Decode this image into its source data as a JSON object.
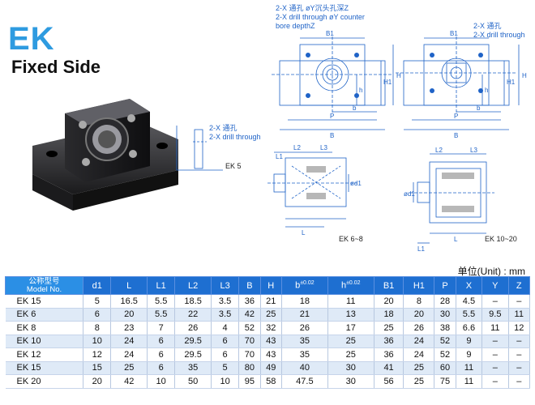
{
  "header": {
    "brand": "EK",
    "subtitle": "Fixed Side"
  },
  "drawings": {
    "front_note_cn": "2-X 通孔 øY沉头孔深Z",
    "front_note_en1": "2-X drill through øY counter",
    "front_note_en2": "bore depthZ",
    "side_note_cn": "2-X 通孔",
    "side_note_en": "2-X drill through",
    "ek5_note_cn": "2-X 通孔",
    "ek5_note_en": "2-X drill through",
    "ek5_label": "EK 5",
    "ek68_label": "EK 6~8",
    "ek1020_label": "EK 10~20",
    "dim_B1": "B1",
    "dim_B1b": "B1",
    "dim_H": "H",
    "dim_H1": "H1",
    "dim_h": "h",
    "dim_Hb": "H",
    "dim_H1b": "H1",
    "dim_hb": "h",
    "dim_b": "b",
    "dim_P": "P",
    "dim_B": "B",
    "dim_bb": "b",
    "dim_Pb": "P",
    "dim_Bb": "B",
    "dim_L2": "L2",
    "dim_L3": "L3",
    "dim_L1": "L1",
    "dim_L": "L",
    "dim_d1": "ød1",
    "dim_L2b": "L2",
    "dim_L3b": "L3",
    "dim_L1b": "L1",
    "dim_Lb": "L",
    "dim_d1b": "ød1"
  },
  "table": {
    "unit_label": "单位(Unit) : mm",
    "model_header_cn": "公称型号",
    "model_header_en": "Model No.",
    "columns": [
      "d1",
      "L",
      "L1",
      "L2",
      "L3",
      "B",
      "H",
      "b",
      "h",
      "B1",
      "H1",
      "P",
      "X",
      "Y",
      "Z"
    ],
    "b_tol": "±0.02",
    "h_tol": "±0.02",
    "rows": [
      {
        "model": "EK 15",
        "values": [
          "5",
          "16.5",
          "5.5",
          "18.5",
          "3.5",
          "36",
          "21",
          "18",
          "11",
          "20",
          "8",
          "28",
          "4.5",
          "–",
          "–"
        ]
      },
      {
        "model": "EK 6",
        "values": [
          "6",
          "20",
          "5.5",
          "22",
          "3.5",
          "42",
          "25",
          "21",
          "13",
          "18",
          "20",
          "30",
          "5.5",
          "9.5",
          "11"
        ]
      },
      {
        "model": "EK 8",
        "values": [
          "8",
          "23",
          "7",
          "26",
          "4",
          "52",
          "32",
          "26",
          "17",
          "25",
          "26",
          "38",
          "6.6",
          "11",
          "12"
        ]
      },
      {
        "model": "EK 10",
        "values": [
          "10",
          "24",
          "6",
          "29.5",
          "6",
          "70",
          "43",
          "35",
          "25",
          "36",
          "24",
          "52",
          "9",
          "–",
          "–"
        ]
      },
      {
        "model": "EK 12",
        "values": [
          "12",
          "24",
          "6",
          "29.5",
          "6",
          "70",
          "43",
          "35",
          "25",
          "36",
          "24",
          "52",
          "9",
          "–",
          "–"
        ]
      },
      {
        "model": "EK 15",
        "values": [
          "15",
          "25",
          "6",
          "35",
          "5",
          "80",
          "49",
          "40",
          "30",
          "41",
          "25",
          "60",
          "11",
          "–",
          "–"
        ]
      },
      {
        "model": "EK 20",
        "values": [
          "20",
          "42",
          "10",
          "50",
          "10",
          "95",
          "58",
          "47.5",
          "30",
          "56",
          "25",
          "75",
          "11",
          "–",
          "–"
        ]
      }
    ]
  }
}
